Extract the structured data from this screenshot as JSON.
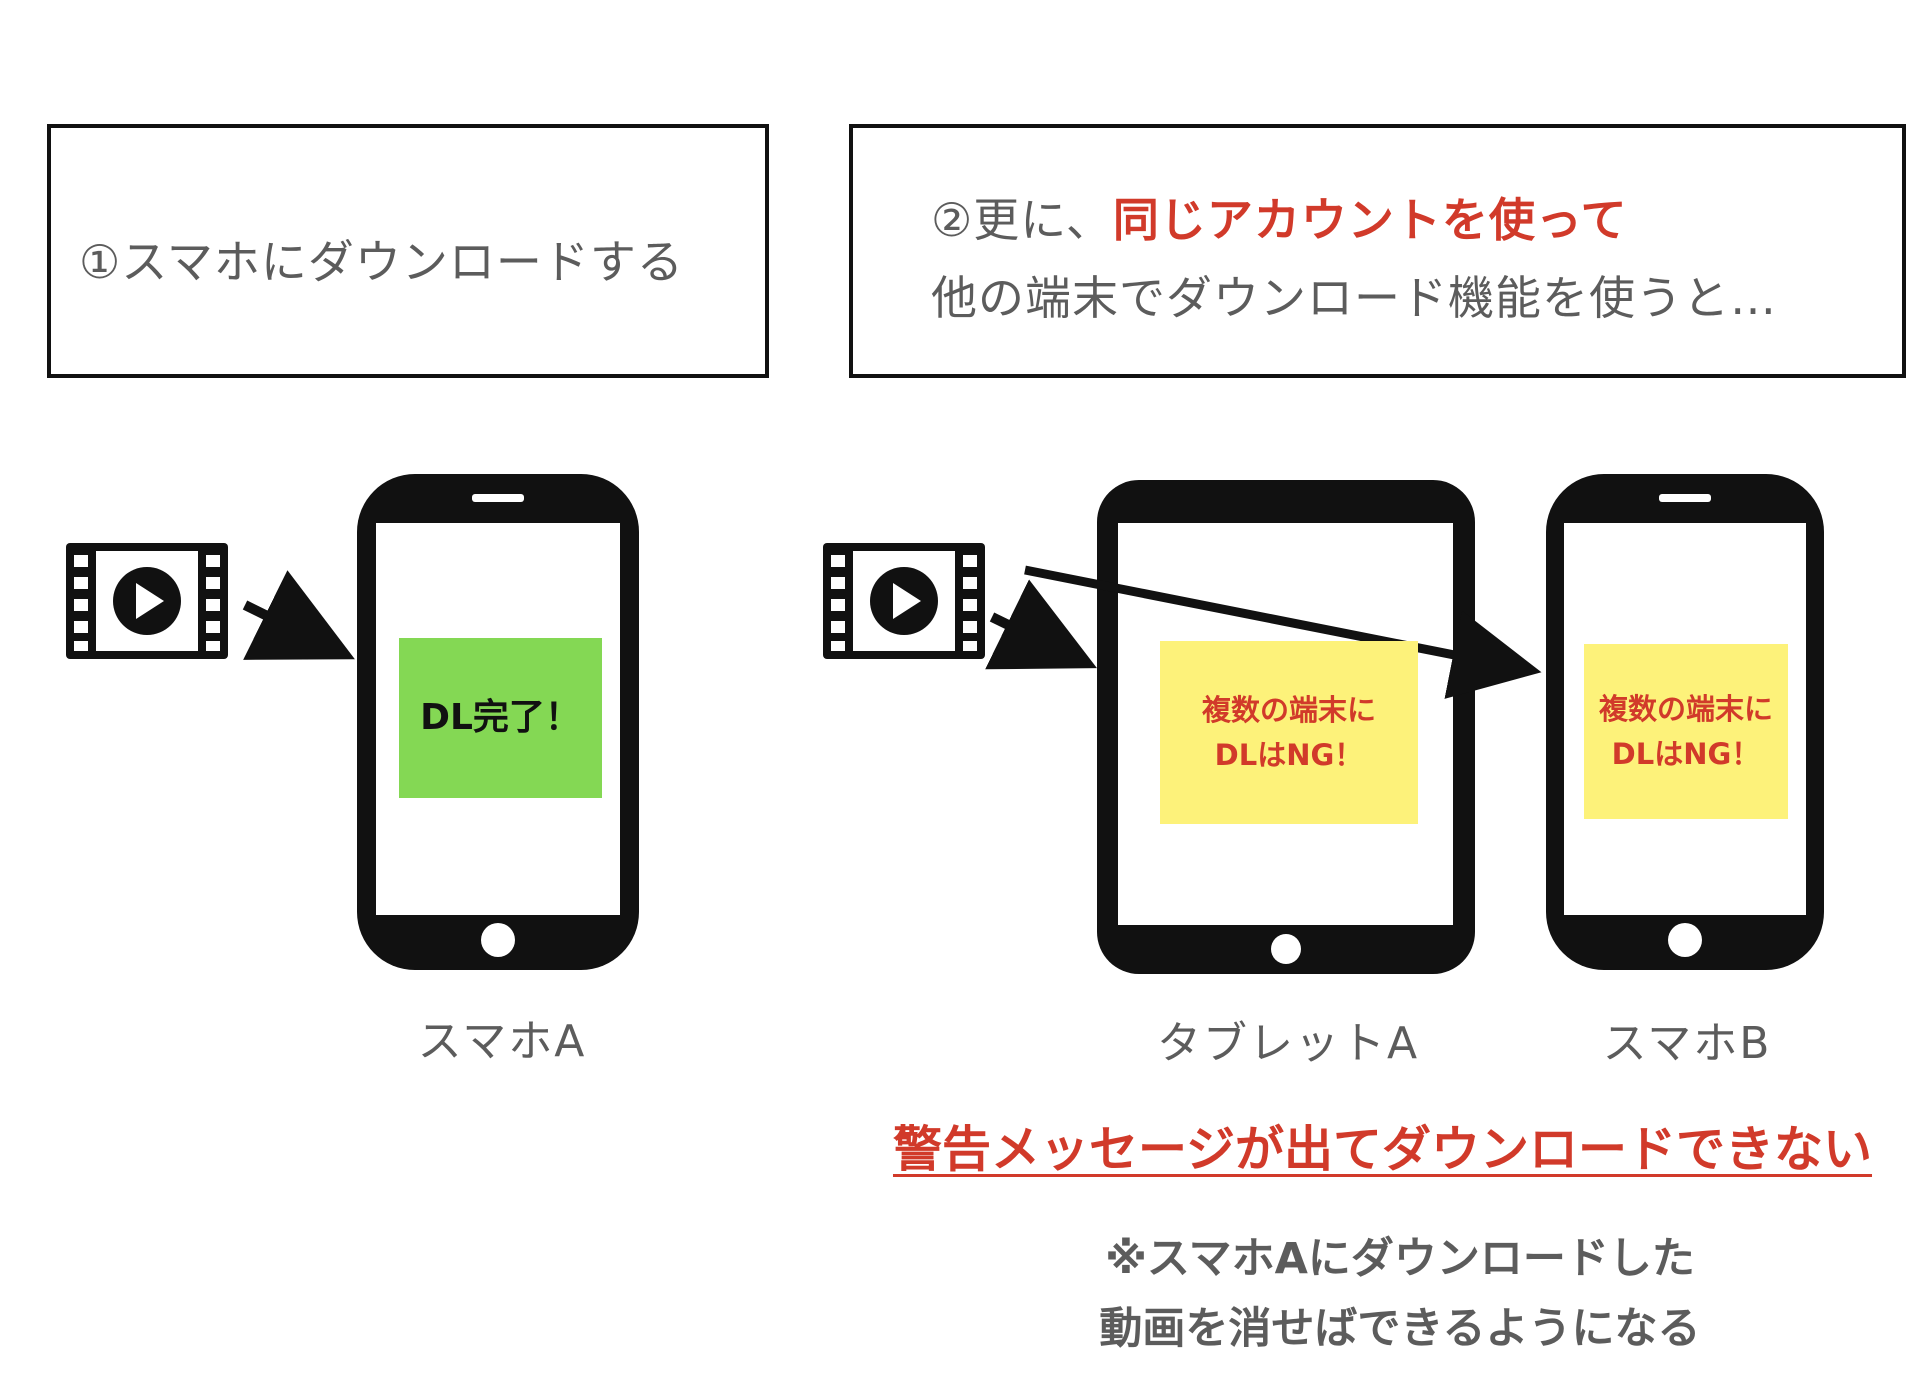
{
  "step1": {
    "text": "①スマホにダウンロードする"
  },
  "step2": {
    "line1_prefix": "②更に、",
    "line1_highlight": "同じアカウントを使って",
    "line2": "他の端末でダウンロード機能を使うと…"
  },
  "devices": {
    "phone_a": {
      "label": "スマホA",
      "message_line1": "DL完了！"
    },
    "tablet_a": {
      "label": "タブレットA",
      "message_line1": "複数の端末に",
      "message_line2": "DLはNG！"
    },
    "phone_b": {
      "label": "スマホB",
      "message_line1": "複数の端末に",
      "message_line2": "DLはNG！"
    }
  },
  "warning": "警告メッセージが出てダウンロードできない",
  "note": {
    "line1": "※スマホAにダウンロードした",
    "line2": "動画を消せばできるようになる"
  },
  "colors": {
    "accent_red": "#d13a2a",
    "success_green": "#84d854",
    "warning_yellow": "#fdf27a",
    "text_gray": "#5c5c5c",
    "device_black": "#111111"
  },
  "icons": [
    "video-film-icon",
    "arrow-right-icon"
  ]
}
